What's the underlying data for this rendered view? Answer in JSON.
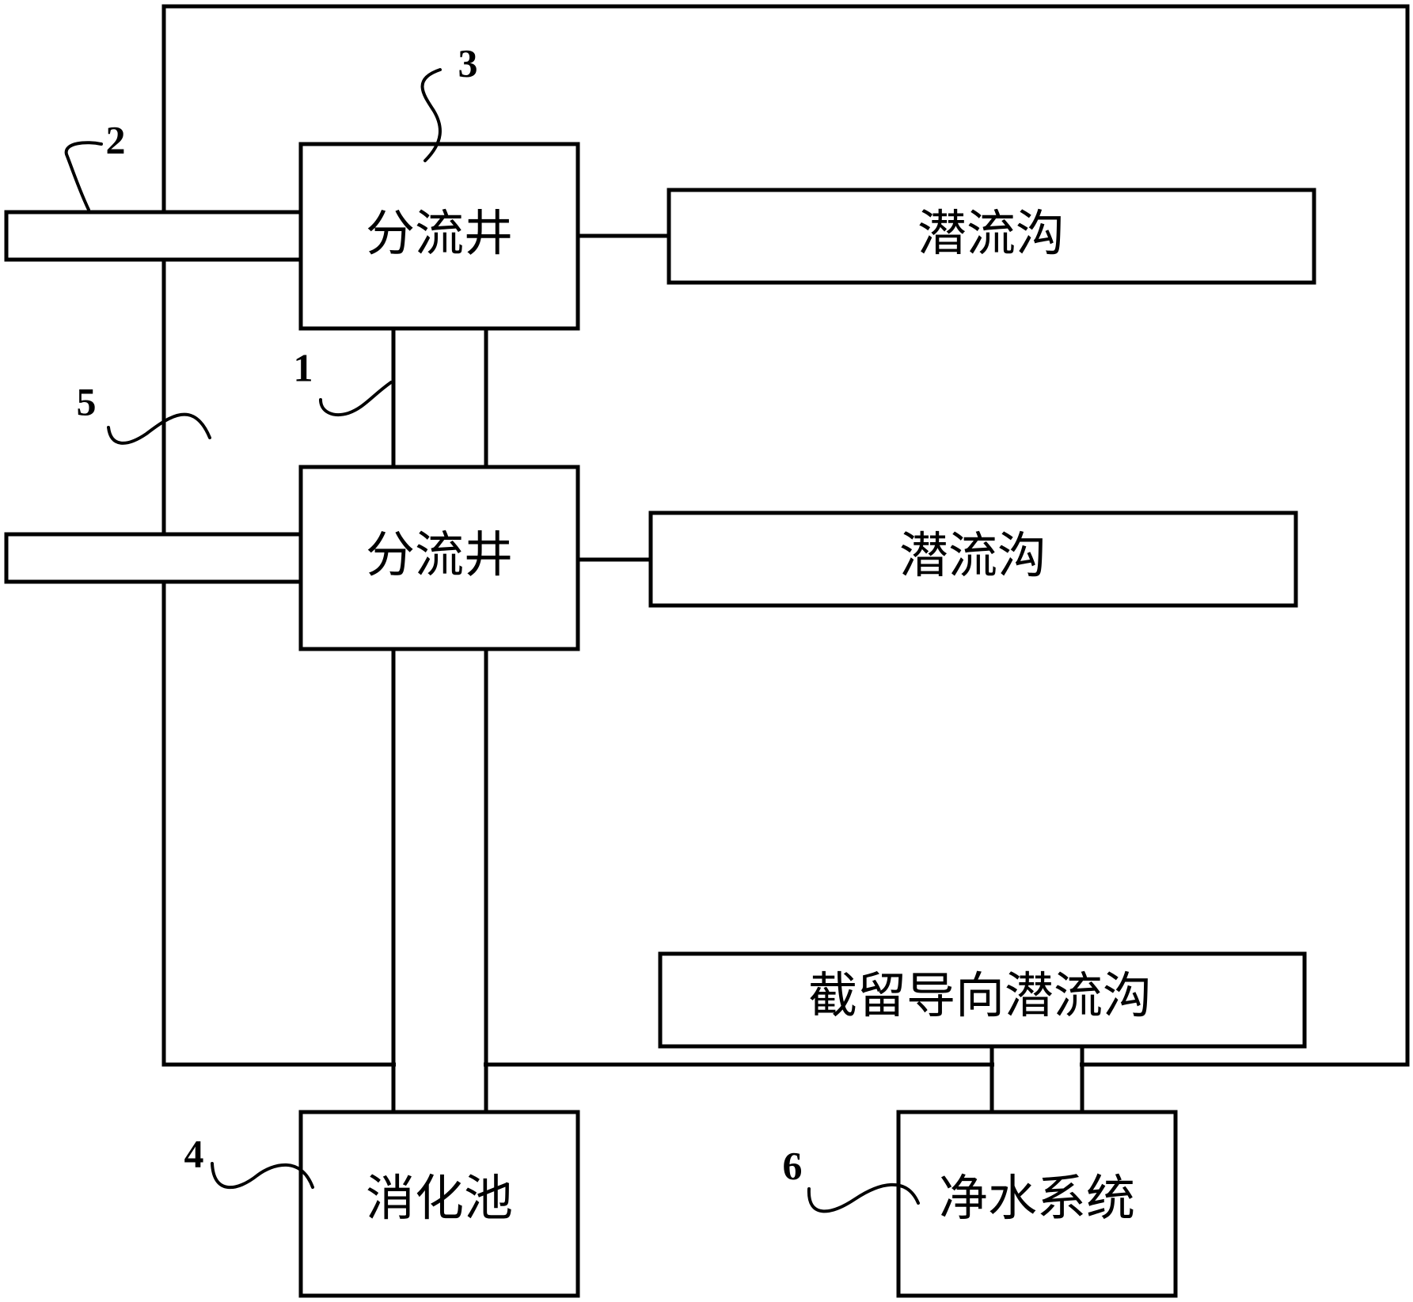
{
  "diagram": {
    "blocks": {
      "diversion_well_top": "分流井",
      "diversion_well_bottom": "分流井",
      "underflow_ditch_top": "潜流沟",
      "underflow_ditch_middle": "潜流沟",
      "interception_ditch": "截留导向潜流沟",
      "digestion_tank": "消化池",
      "purification_system": "净水系统"
    },
    "reference_numbers": {
      "n1": "1",
      "n2": "2",
      "n3": "3",
      "n4": "4",
      "n5": "5",
      "n6": "6"
    }
  }
}
